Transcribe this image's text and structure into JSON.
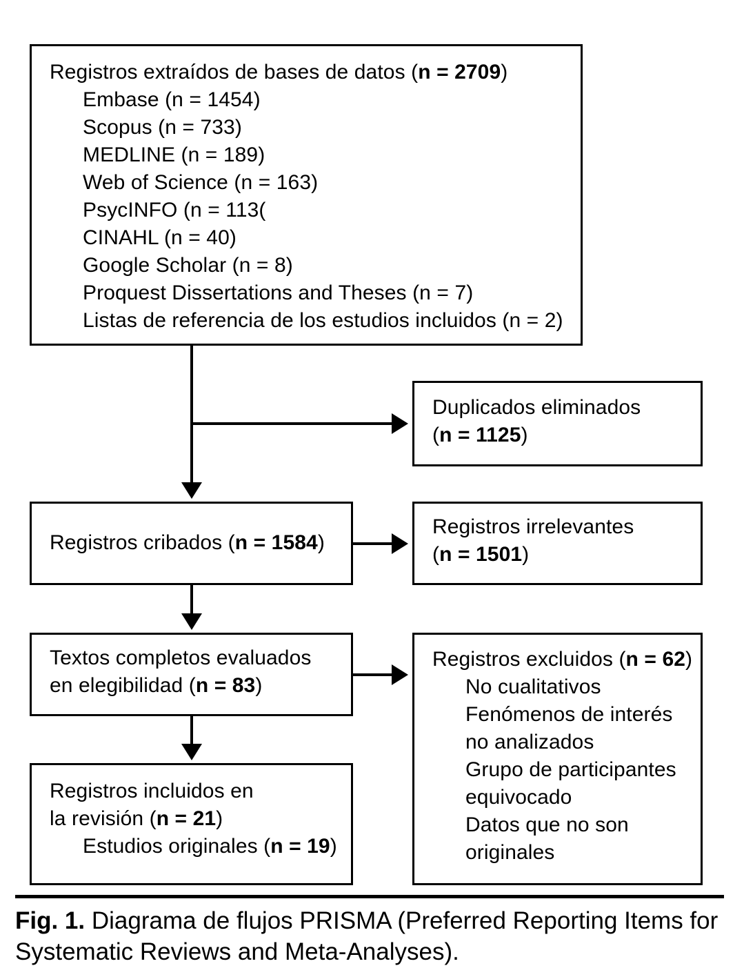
{
  "figure": {
    "label": "Fig. 1.",
    "caption": "Diagrama de flujos PRISMA (Preferred Reporting Items for Systematic Reviews and Meta-Analyses)."
  },
  "colors": {
    "line": "#000000",
    "background": "#ffffff",
    "text": "#000000"
  },
  "boxes": {
    "records_identified": {
      "heading_pre": "Registros extraídos de bases de datos (",
      "heading_bold": "n = 2709",
      "heading_post": ")",
      "sources": [
        "Embase (n = 1454)",
        "Scopus (n = 733)",
        "MEDLINE (n = 189)",
        "Web of Science (n = 163)",
        "PsycINFO (n = 113(",
        "CINAHL (n = 40)",
        "Google Scholar (n = 8)",
        "Proquest Dissertations and Theses (n = 7)",
        "Listas de referencia de los estudios incluidos (n = 2)"
      ]
    },
    "duplicates_removed": {
      "line1": "Duplicados eliminados",
      "line2_pre": "(",
      "line2_bold": "n = 1125",
      "line2_post": ")"
    },
    "records_screened": {
      "line1_pre": "Registros cribados (",
      "line1_bold": "n = 1584",
      "line1_post": ")"
    },
    "records_irrelevant": {
      "line1": "Registros irrelevantes",
      "line2_pre": "(",
      "line2_bold": "n = 1501",
      "line2_post": ")"
    },
    "fulltext_assessed": {
      "line1": "Textos completos evaluados",
      "line2_pre": "en elegibilidad (",
      "line2_bold": "n = 83",
      "line2_post": ")"
    },
    "records_excluded": {
      "heading_pre": "Registros excluidos (",
      "heading_bold": "n = 62",
      "heading_post": ")",
      "reasons": [
        "No cualitativos",
        "Fenómenos de interés",
        "no analizados",
        "Grupo de participantes",
        "equivocado",
        "Datos que no son",
        "originales"
      ]
    },
    "records_included": {
      "line1": "Registros incluidos en",
      "line2_pre": "la revisión (",
      "line2_bold": "n = 21",
      "line2_post": ")",
      "line3_pre": "Estudios originales (",
      "line3_bold": "n = 19",
      "line3_post": ")"
    }
  },
  "chart_data": {
    "type": "diagram",
    "title": "Diagrama de flujos PRISMA",
    "nodes": [
      {
        "id": "identification",
        "label": "Registros extraídos de bases de datos",
        "n": 2709,
        "breakdown": [
          {
            "source": "Embase",
            "n": 1454
          },
          {
            "source": "Scopus",
            "n": 733
          },
          {
            "source": "MEDLINE",
            "n": 189
          },
          {
            "source": "Web of Science",
            "n": 163
          },
          {
            "source": "PsycINFO",
            "n": 113
          },
          {
            "source": "CINAHL",
            "n": 40
          },
          {
            "source": "Google Scholar",
            "n": 8
          },
          {
            "source": "Proquest Dissertations and Theses",
            "n": 7
          },
          {
            "source": "Listas de referencia de los estudios incluidos",
            "n": 2
          }
        ]
      },
      {
        "id": "duplicates",
        "label": "Duplicados eliminados",
        "n": 1125
      },
      {
        "id": "screened",
        "label": "Registros cribados",
        "n": 1584
      },
      {
        "id": "irrelevant",
        "label": "Registros irrelevantes",
        "n": 1501
      },
      {
        "id": "fulltext",
        "label": "Textos completos evaluados en elegibilidad",
        "n": 83
      },
      {
        "id": "excluded",
        "label": "Registros excluidos",
        "n": 62,
        "reasons": [
          "No cualitativos",
          "Fenómenos de interés no analizados",
          "Grupo de participantes equivocado",
          "Datos que no son originales"
        ]
      },
      {
        "id": "included",
        "label": "Registros incluidos en la revisión",
        "n": 21,
        "breakdown": [
          {
            "source": "Estudios originales",
            "n": 19
          }
        ]
      }
    ],
    "edges": [
      {
        "from": "identification",
        "to": "duplicates"
      },
      {
        "from": "identification",
        "to": "screened"
      },
      {
        "from": "screened",
        "to": "irrelevant"
      },
      {
        "from": "screened",
        "to": "fulltext"
      },
      {
        "from": "fulltext",
        "to": "excluded"
      },
      {
        "from": "fulltext",
        "to": "included"
      }
    ]
  }
}
